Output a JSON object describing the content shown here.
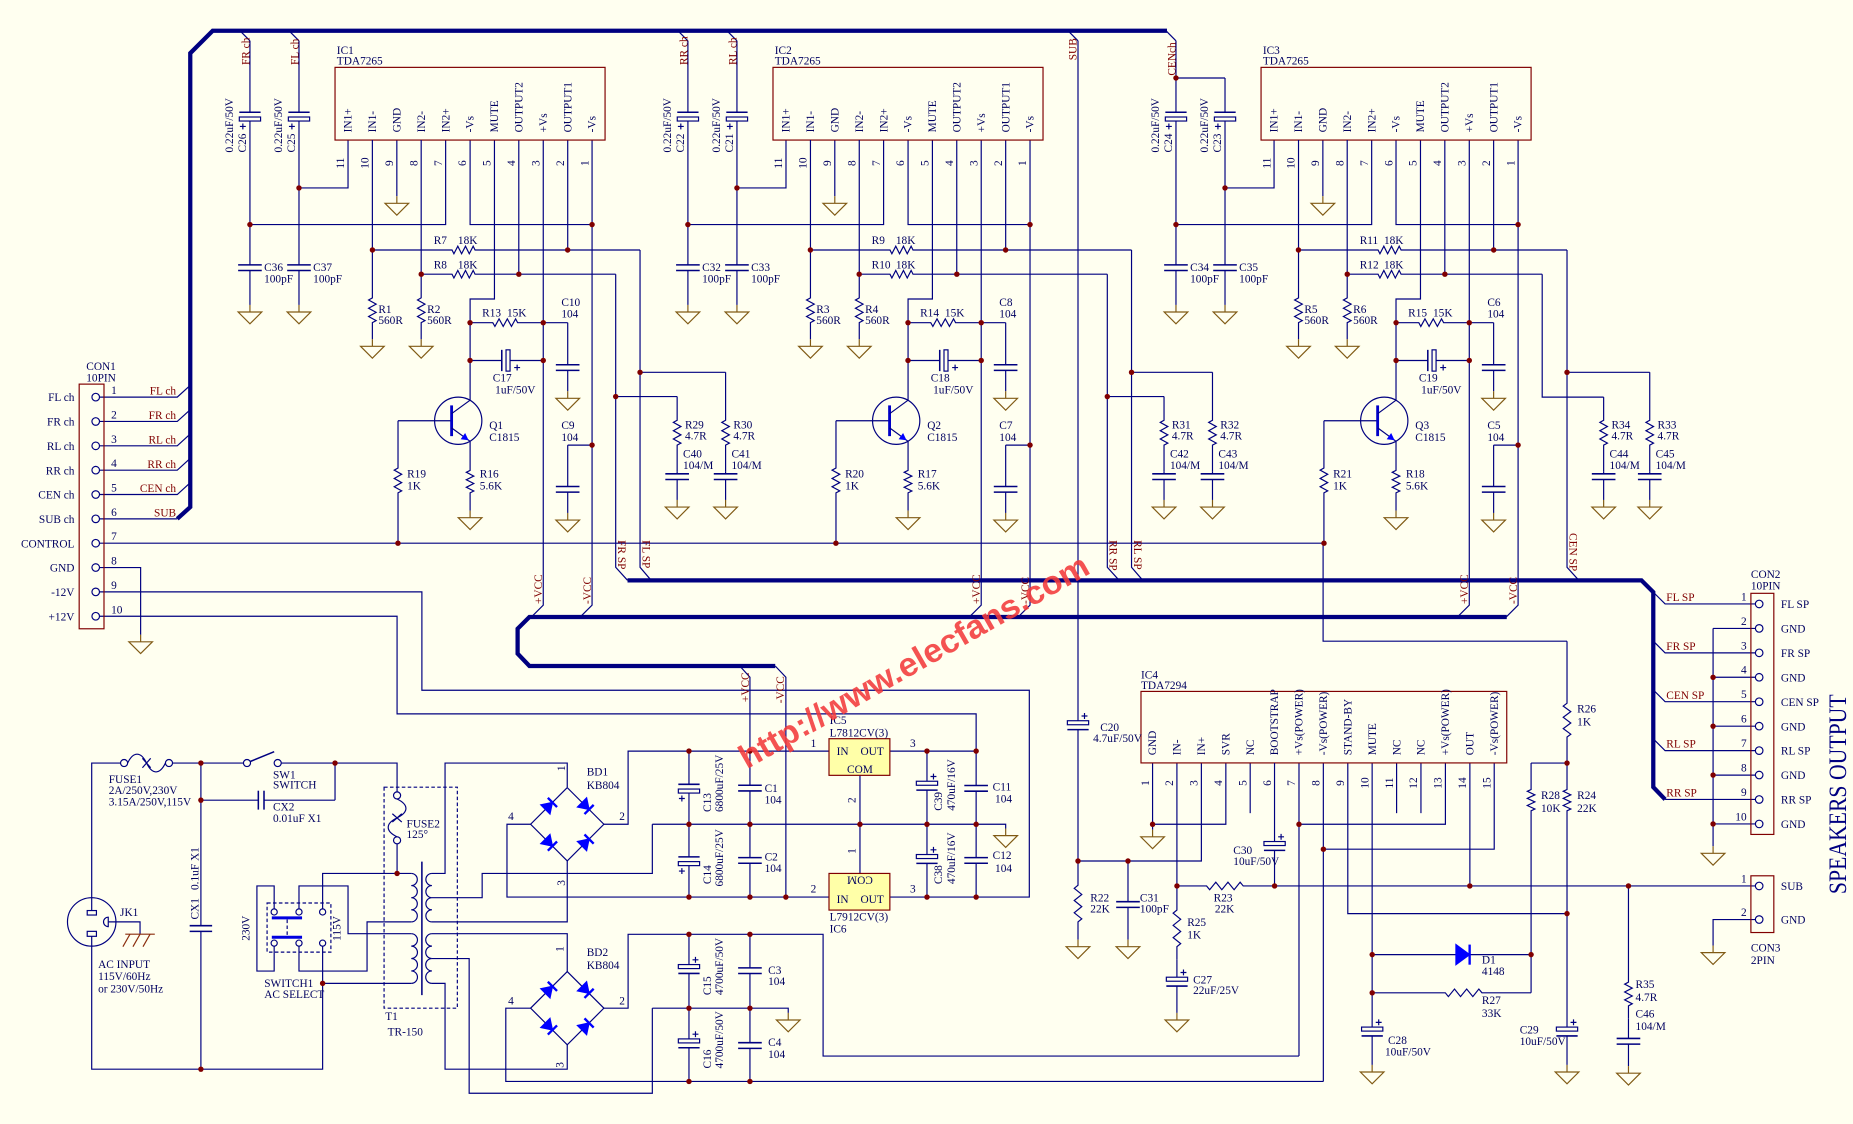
{
  "schematic": {
    "watermark": "http://www.elecfans.com",
    "output_heading": "SPEAKERS OUTPUT"
  },
  "nets": {
    "fr_ch": "FR ch",
    "fl_ch": "FL ch",
    "rr_ch": "RR ch",
    "rl_ch": "RL ch",
    "cen_ch_bus": "CENch",
    "sub_bus": "SUB",
    "fr_sp": "FR SP",
    "fl_sp": "FL SP",
    "rr_sp": "RR SP",
    "rl_sp": "RL SP",
    "cen_sp": "CEN SP",
    "pos_vcc": "+VCC",
    "neg_vcc": "-VCC"
  },
  "con1": {
    "ref": "CON1",
    "type": "10PIN",
    "pins": [
      {
        "num": "1",
        "name": "FL ch",
        "net": "FL ch"
      },
      {
        "num": "2",
        "name": "FR ch",
        "net": "FR ch"
      },
      {
        "num": "3",
        "name": "RL ch",
        "net": "RL ch"
      },
      {
        "num": "4",
        "name": "RR ch",
        "net": "RR ch"
      },
      {
        "num": "5",
        "name": "CEN ch",
        "net": "CEN ch"
      },
      {
        "num": "6",
        "name": "SUB ch",
        "net": "SUB"
      },
      {
        "num": "7",
        "name": "CONTROL"
      },
      {
        "num": "8",
        "name": "GND"
      },
      {
        "num": "9",
        "name": "-12V"
      },
      {
        "num": "10",
        "name": "+12V"
      }
    ]
  },
  "con2": {
    "ref": "CON2",
    "type": "10PIN",
    "pins": [
      {
        "num": "1",
        "name": "FL SP",
        "net": "FL SP"
      },
      {
        "num": "2",
        "name": "GND"
      },
      {
        "num": "3",
        "name": "FR SP",
        "net": "FR SP"
      },
      {
        "num": "4",
        "name": "GND"
      },
      {
        "num": "5",
        "name": "CEN SP",
        "net": "CEN SP"
      },
      {
        "num": "6",
        "name": "GND"
      },
      {
        "num": "7",
        "name": "RL SP",
        "net": "RL SP"
      },
      {
        "num": "8",
        "name": "GND"
      },
      {
        "num": "9",
        "name": "RR SP",
        "net": "RR SP"
      },
      {
        "num": "10",
        "name": "GND"
      }
    ]
  },
  "con3": {
    "ref": "CON3",
    "type": "2PIN",
    "pins": [
      {
        "num": "1",
        "name": "SUB"
      },
      {
        "num": "2",
        "name": "GND"
      }
    ]
  },
  "ic1": {
    "ref": "IC1",
    "part": "TDA7265",
    "pins": [
      {
        "num": "11",
        "name": "IN1+"
      },
      {
        "num": "10",
        "name": "IN1-"
      },
      {
        "num": "9",
        "name": "GND"
      },
      {
        "num": "8",
        "name": "IN2-"
      },
      {
        "num": "7",
        "name": "IN2+"
      },
      {
        "num": "6",
        "name": "-Vs"
      },
      {
        "num": "5",
        "name": "MUTE"
      },
      {
        "num": "4",
        "name": "OUTPUT2"
      },
      {
        "num": "3",
        "name": "+Vs"
      },
      {
        "num": "2",
        "name": "OUTPUT1"
      },
      {
        "num": "1",
        "name": "-Vs"
      }
    ]
  },
  "ic2": {
    "ref": "IC2",
    "part": "TDA7265",
    "pins": [
      {
        "num": "11",
        "name": "IN1+"
      },
      {
        "num": "10",
        "name": "IN1-"
      },
      {
        "num": "9",
        "name": "GND"
      },
      {
        "num": "8",
        "name": "IN2-"
      },
      {
        "num": "7",
        "name": "IN2+"
      },
      {
        "num": "6",
        "name": "-Vs"
      },
      {
        "num": "5",
        "name": "MUTE"
      },
      {
        "num": "4",
        "name": "OUTPUT2"
      },
      {
        "num": "3",
        "name": "+Vs"
      },
      {
        "num": "2",
        "name": "OUTPUT1"
      },
      {
        "num": "1",
        "name": "-Vs"
      }
    ]
  },
  "ic3": {
    "ref": "IC3",
    "part": "TDA7265",
    "pins": [
      {
        "num": "11",
        "name": "IN1+"
      },
      {
        "num": "10",
        "name": "IN1-"
      },
      {
        "num": "9",
        "name": "GND"
      },
      {
        "num": "8",
        "name": "IN2-"
      },
      {
        "num": "7",
        "name": "IN2+"
      },
      {
        "num": "6",
        "name": "-Vs"
      },
      {
        "num": "5",
        "name": "MUTE"
      },
      {
        "num": "4",
        "name": "OUTPUT2"
      },
      {
        "num": "3",
        "name": "+Vs"
      },
      {
        "num": "2",
        "name": "OUTPUT1"
      },
      {
        "num": "1",
        "name": "-Vs"
      }
    ]
  },
  "ic4": {
    "ref": "IC4",
    "part": "TDA7294",
    "pins": [
      {
        "num": "1",
        "name": "GND"
      },
      {
        "num": "2",
        "name": "IN-"
      },
      {
        "num": "3",
        "name": "IN+"
      },
      {
        "num": "4",
        "name": "SVR"
      },
      {
        "num": "5",
        "name": "NC"
      },
      {
        "num": "6",
        "name": "BOOTSTRAP"
      },
      {
        "num": "7",
        "name": "+Vs(POWER)"
      },
      {
        "num": "8",
        "name": "-Vs(POWER)"
      },
      {
        "num": "9",
        "name": "STAND-BY"
      },
      {
        "num": "10",
        "name": "MUTE"
      },
      {
        "num": "11",
        "name": "NC"
      },
      {
        "num": "12",
        "name": "NC"
      },
      {
        "num": "13",
        "name": "+Vs(POWER)"
      },
      {
        "num": "14",
        "name": "OUT"
      },
      {
        "num": "15",
        "name": "-Vs(POWER)"
      }
    ]
  },
  "ic5": {
    "ref": "IC5",
    "part": "L7812CV(3)",
    "in_label": "IN",
    "out_label": "OUT",
    "com_label": "COM",
    "pin_in": "1",
    "pin_com": "2",
    "pin_out": "3"
  },
  "ic6": {
    "ref": "IC6",
    "part": "L7912CV(3)",
    "in_label": "IN",
    "out_label": "OUT",
    "com_label": "COM",
    "pin_in": "2",
    "pin_com": "1",
    "pin_out": "3"
  },
  "bridges": {
    "BD1": {
      "ref": "BD1",
      "part": "KB804"
    },
    "BD2": {
      "ref": "BD2",
      "part": "KB804"
    },
    "pin_numbers": [
      "1",
      "2",
      "3",
      "4"
    ]
  },
  "transformer": {
    "ref": "T1",
    "part": "TR-150"
  },
  "ac_input": {
    "ref": "JK1",
    "line1": "AC INPUT",
    "line2": "115V/60Hz",
    "line3": "or 230V/50Hz"
  },
  "ac_select": {
    "ref": "SWITCH1",
    "label": "AC SELECT",
    "pos_a": "230V",
    "pos_b": "115V"
  },
  "parts": {
    "C1": {
      "ref": "C1",
      "value": "104"
    },
    "C2": {
      "ref": "C2",
      "value": "104"
    },
    "C3": {
      "ref": "C3",
      "value": "104"
    },
    "C4": {
      "ref": "C4",
      "value": "104"
    },
    "C5": {
      "ref": "C5",
      "value": "104"
    },
    "C6": {
      "ref": "C6",
      "value": "104"
    },
    "C7": {
      "ref": "C7",
      "value": "104"
    },
    "C8": {
      "ref": "C8",
      "value": "104"
    },
    "C9": {
      "ref": "C9",
      "value": "104"
    },
    "C10": {
      "ref": "C10",
      "value": "104"
    },
    "C11": {
      "ref": "C11",
      "value": "104"
    },
    "C12": {
      "ref": "C12",
      "value": "104"
    },
    "C13": {
      "ref": "C13",
      "value": "6800uF/25V"
    },
    "C14": {
      "ref": "C14",
      "value": "6800uF/25V"
    },
    "C15": {
      "ref": "C15",
      "value": "4700uF/50V"
    },
    "C16": {
      "ref": "C16",
      "value": "4700uF/50V"
    },
    "C17": {
      "ref": "C17",
      "value": "1uF/50V"
    },
    "C18": {
      "ref": "C18",
      "value": "1uF/50V"
    },
    "C19": {
      "ref": "C19",
      "value": "1uF/50V"
    },
    "C20": {
      "ref": "C20",
      "value": "4.7uF/50V"
    },
    "C21": {
      "ref": "C21",
      "value": "0.22uF/50V"
    },
    "C22": {
      "ref": "C22",
      "value": "0.22uF/50V"
    },
    "C23": {
      "ref": "C23",
      "value": "0.22uF/50V"
    },
    "C24": {
      "ref": "C24",
      "value": "0.22uF/50V"
    },
    "C25": {
      "ref": "C25",
      "value": "0.22uF/50V"
    },
    "C26": {
      "ref": "C26",
      "value": "0.22uF/50V"
    },
    "C27": {
      "ref": "C27",
      "value": "22uF/25V"
    },
    "C28": {
      "ref": "C28",
      "value": "10uF/50V"
    },
    "C29": {
      "ref": "C29",
      "value": "10uF/50V"
    },
    "C30": {
      "ref": "C30",
      "value": "10uF/50V"
    },
    "C31": {
      "ref": "C31",
      "value": "100pF"
    },
    "C32": {
      "ref": "C32",
      "value": "100pF"
    },
    "C33": {
      "ref": "C33",
      "value": "100pF"
    },
    "C34": {
      "ref": "C34",
      "value": "100pF"
    },
    "C35": {
      "ref": "C35",
      "value": "100pF"
    },
    "C36": {
      "ref": "C36",
      "value": "100pF"
    },
    "C37": {
      "ref": "C37",
      "value": "100pF"
    },
    "C38": {
      "ref": "C38",
      "value": "470uF/16V"
    },
    "C39": {
      "ref": "C39",
      "value": "470uF/16V"
    },
    "C40": {
      "ref": "C40",
      "value": "104/M"
    },
    "C41": {
      "ref": "C41",
      "value": "104/M"
    },
    "C42": {
      "ref": "C42",
      "value": "104/M"
    },
    "C43": {
      "ref": "C43",
      "value": "104/M"
    },
    "C44": {
      "ref": "C44",
      "value": "104/M"
    },
    "C45": {
      "ref": "C45",
      "value": "104/M"
    },
    "C46": {
      "ref": "C46",
      "value": "104/M"
    },
    "CX1": {
      "ref": "CX1",
      "value": "0.1uF X1"
    },
    "CX2": {
      "ref": "CX2",
      "value": "0.01uF X1"
    },
    "R1": {
      "ref": "R1",
      "value": "560R"
    },
    "R2": {
      "ref": "R2",
      "value": "560R"
    },
    "R3": {
      "ref": "R3",
      "value": "560R"
    },
    "R4": {
      "ref": "R4",
      "value": "560R"
    },
    "R5": {
      "ref": "R5",
      "value": "560R"
    },
    "R6": {
      "ref": "R6",
      "value": "560R"
    },
    "R7": {
      "ref": "R7",
      "value": "18K"
    },
    "R8": {
      "ref": "R8",
      "value": "18K"
    },
    "R9": {
      "ref": "R9",
      "value": "18K"
    },
    "R10": {
      "ref": "R10",
      "value": "18K"
    },
    "R11": {
      "ref": "R11",
      "value": "18K"
    },
    "R12": {
      "ref": "R12",
      "value": "18K"
    },
    "R13": {
      "ref": "R13",
      "value": "15K"
    },
    "R14": {
      "ref": "R14",
      "value": "15K"
    },
    "R15": {
      "ref": "R15",
      "value": "15K"
    },
    "R16": {
      "ref": "R16",
      "value": "5.6K"
    },
    "R17": {
      "ref": "R17",
      "value": "5.6K"
    },
    "R18": {
      "ref": "R18",
      "value": "5.6K"
    },
    "R19": {
      "ref": "R19",
      "value": "1K"
    },
    "R20": {
      "ref": "R20",
      "value": "1K"
    },
    "R21": {
      "ref": "R21",
      "value": "1K"
    },
    "R22": {
      "ref": "R22",
      "value": "22K"
    },
    "R23": {
      "ref": "R23",
      "value": "22K"
    },
    "R24": {
      "ref": "R24",
      "value": "22K"
    },
    "R25": {
      "ref": "R25",
      "value": "1K"
    },
    "R26": {
      "ref": "R26",
      "value": "1K"
    },
    "R27": {
      "ref": "R27",
      "value": "33K"
    },
    "R28": {
      "ref": "R28",
      "value": "10K"
    },
    "R29": {
      "ref": "R29",
      "value": "4.7R"
    },
    "R30": {
      "ref": "R30",
      "value": "4.7R"
    },
    "R31": {
      "ref": "R31",
      "value": "4.7R"
    },
    "R32": {
      "ref": "R32",
      "value": "4.7R"
    },
    "R33": {
      "ref": "R33",
      "value": "4.7R"
    },
    "R34": {
      "ref": "R34",
      "value": "4.7R"
    },
    "R35": {
      "ref": "R35",
      "value": "4.7R"
    },
    "Q1": {
      "ref": "Q1",
      "value": "C1815"
    },
    "Q2": {
      "ref": "Q2",
      "value": "C1815"
    },
    "Q3": {
      "ref": "Q3",
      "value": "C1815"
    },
    "D1": {
      "ref": "D1",
      "value": "4148"
    },
    "FUSE1": {
      "ref": "FUSE1",
      "value": "2A/250V,230V",
      "value2": "3.15A/250V,115V"
    },
    "FUSE2": {
      "ref": "FUSE2",
      "value": "125°"
    },
    "SW1": {
      "ref": "SW1",
      "value": "SWITCH"
    }
  }
}
